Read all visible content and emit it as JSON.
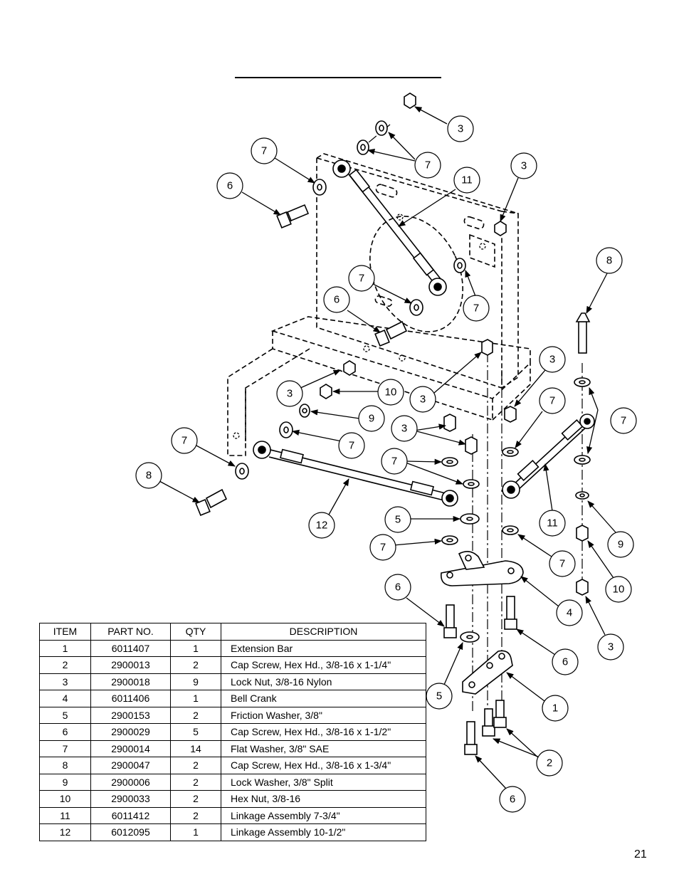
{
  "callout_labels": {
    "c1": "3",
    "c2": "7",
    "c3": "7",
    "c4": "6",
    "c5": "3",
    "c6": "11",
    "c7": "8",
    "c8": "7",
    "c9": "7",
    "c10": "6",
    "c11": "3",
    "c12": "10",
    "c13": "3",
    "c14": "3",
    "c15": "9",
    "c16": "3",
    "c17": "7",
    "c18": "7",
    "c19": "7",
    "c20": "7",
    "c21": "7",
    "c22": "8",
    "c23": "12",
    "c24": "5",
    "c25": "11",
    "c26": "7",
    "c27": "9",
    "c28": "7",
    "c29": "6",
    "c30": "4",
    "c31": "10",
    "c32": "6",
    "c33": "3",
    "c34": "5",
    "c35": "1",
    "c36": "2",
    "c37": "6"
  },
  "parts_table": {
    "headers": {
      "item": "ITEM",
      "part_no": "PART NO.",
      "qty": "QTY",
      "description": "DESCRIPTION"
    },
    "rows": [
      {
        "item": "1",
        "part_no": "6011407",
        "qty": "1",
        "description": "Extension Bar"
      },
      {
        "item": "2",
        "part_no": "2900013",
        "qty": "2",
        "description": "Cap Screw, Hex Hd., 3/8-16 x 1-1/4\""
      },
      {
        "item": "3",
        "part_no": "2900018",
        "qty": "9",
        "description": "Lock Nut, 3/8-16 Nylon"
      },
      {
        "item": "4",
        "part_no": "6011406",
        "qty": "1",
        "description": "Bell Crank"
      },
      {
        "item": "5",
        "part_no": "2900153",
        "qty": "2",
        "description": "Friction Washer, 3/8\""
      },
      {
        "item": "6",
        "part_no": "2900029",
        "qty": "5",
        "description": "Cap Screw, Hex Hd., 3/8-16 x 1-1/2\""
      },
      {
        "item": "7",
        "part_no": "2900014",
        "qty": "14",
        "description": "Flat Washer, 3/8\" SAE"
      },
      {
        "item": "8",
        "part_no": "2900047",
        "qty": "2",
        "description": "Cap Screw, Hex Hd., 3/8-16 x 1-3/4\""
      },
      {
        "item": "9",
        "part_no": "2900006",
        "qty": "2",
        "description": "Lock Washer, 3/8\" Split"
      },
      {
        "item": "10",
        "part_no": "2900033",
        "qty": "2",
        "description": "Hex Nut, 3/8-16"
      },
      {
        "item": "11",
        "part_no": "6011412",
        "qty": "2",
        "description": "Linkage Assembly 7-3/4\""
      },
      {
        "item": "12",
        "part_no": "6012095",
        "qty": "1",
        "description": "Linkage Assembly 10-1/2\""
      }
    ]
  },
  "page_number": "21"
}
